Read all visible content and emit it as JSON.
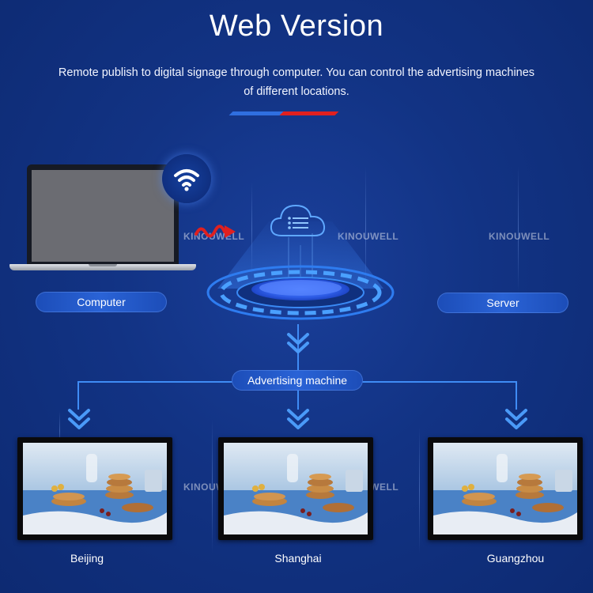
{
  "header": {
    "title": "Web Version",
    "description": "Remote publish to digital signage through computer. You can control the advertising machines of different locations."
  },
  "watermark": "KINOUWELL",
  "nodes": {
    "computer_label": "Computer",
    "server_label": "Server",
    "hub_label": "Advertising machine"
  },
  "cities": [
    "Beijing",
    "Shanghai",
    "Guangzhou"
  ],
  "icons": {
    "wifi": "wifi-icon",
    "cloud": "cloud-server-icon",
    "arrow": "double-chevron-down-icon"
  },
  "colors": {
    "background": "#123384",
    "accent_blue": "#3f8cf5",
    "accent_red": "#e0201f",
    "pill": "#2a63d6"
  }
}
